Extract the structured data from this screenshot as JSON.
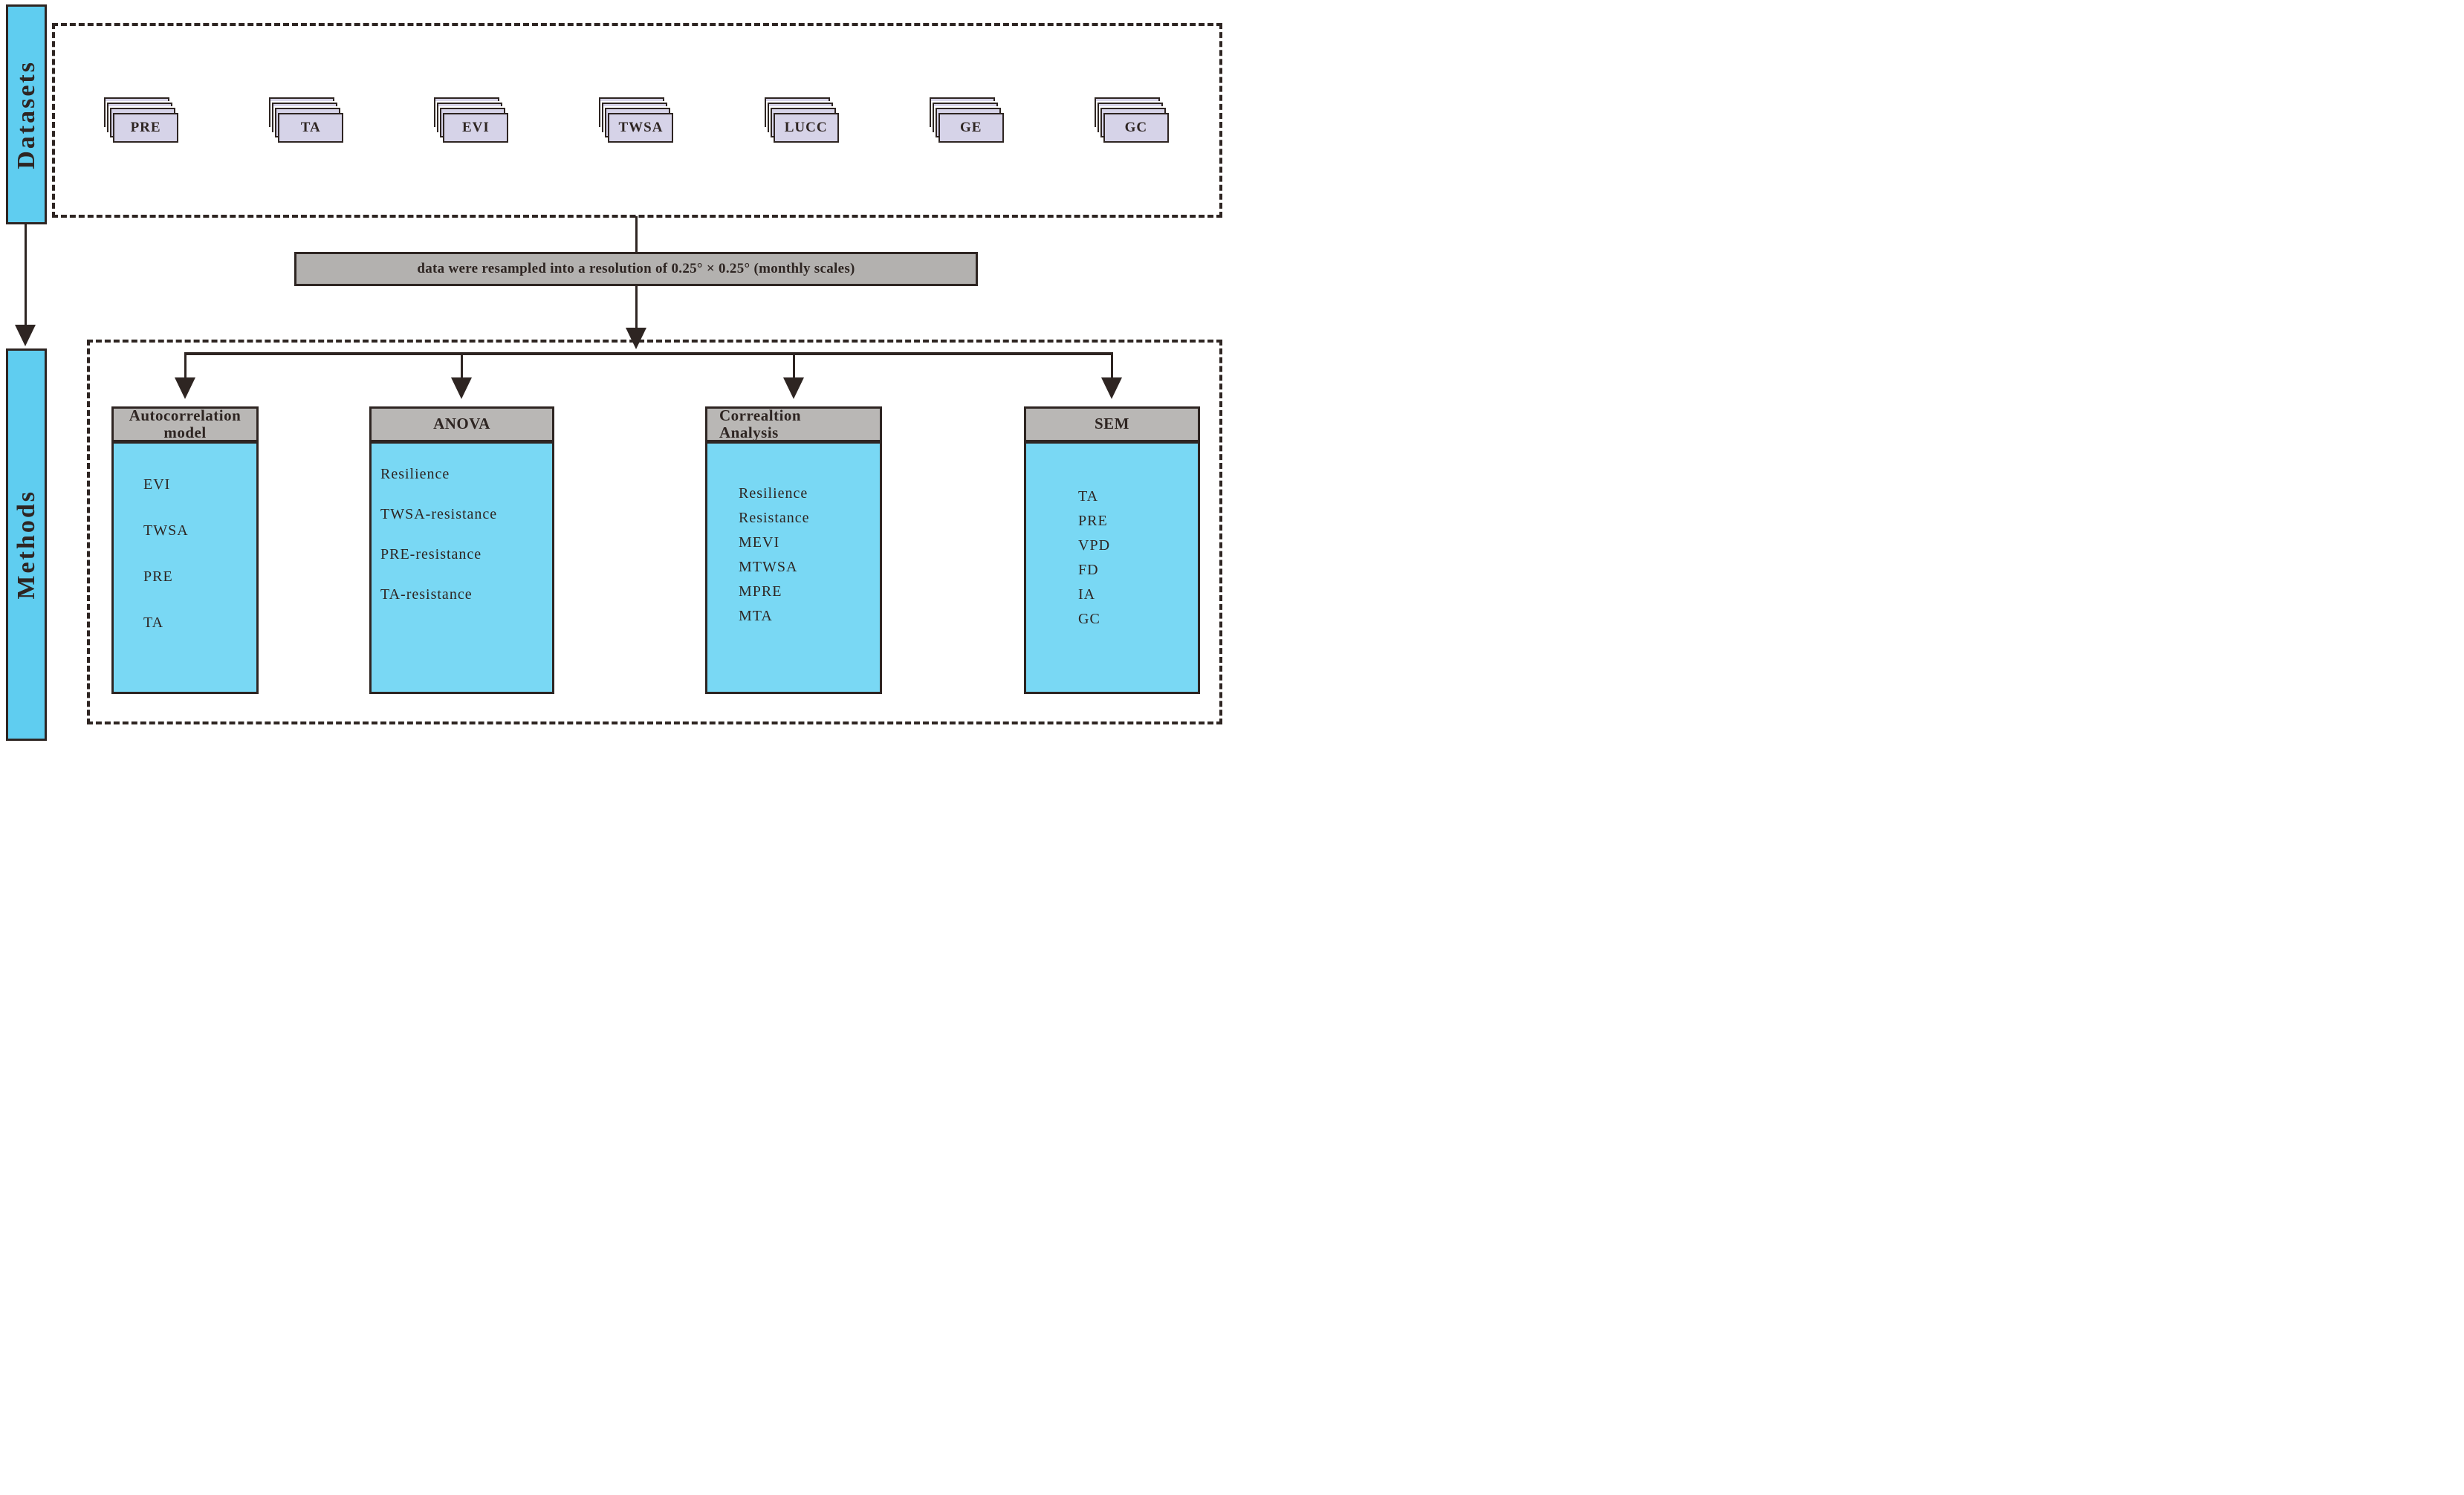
{
  "diagram": {
    "datasets_section_label": "Datasets",
    "methods_section_label": "Methods",
    "datasets": [
      "PRE",
      "TA",
      "EVI",
      "TWSA",
      "LUCC",
      "GE",
      "GC"
    ],
    "resample_note": "data were resampled into a resolution of 0.25° × 0.25° (monthly scales)",
    "methods": [
      {
        "title": "Autocorrelation\nmodel",
        "items": [
          "EVI",
          "TWSA",
          "PRE",
          "TA"
        ]
      },
      {
        "title": "ANOVA",
        "items": [
          "Resilience",
          "TWSA-resistance",
          "PRE-resistance",
          "TA-resistance"
        ]
      },
      {
        "title": "Correaltion\nAnalysis",
        "items": [
          "Resilience",
          "Resistance",
          "MEVI",
          "MTWSA",
          "MPRE",
          "MTA"
        ]
      },
      {
        "title": "SEM",
        "items": [
          "TA",
          "PRE",
          "VPD",
          "FD",
          "IA",
          "GC"
        ]
      }
    ],
    "colors": {
      "cyan_label": "#5fcdf0",
      "cyan_body": "#79d8f4",
      "lavender_card": "#d6d3e8",
      "gray_header": "#b9b7b5",
      "gray_bar": "#b3b1af",
      "stroke": "#2e2522"
    }
  }
}
